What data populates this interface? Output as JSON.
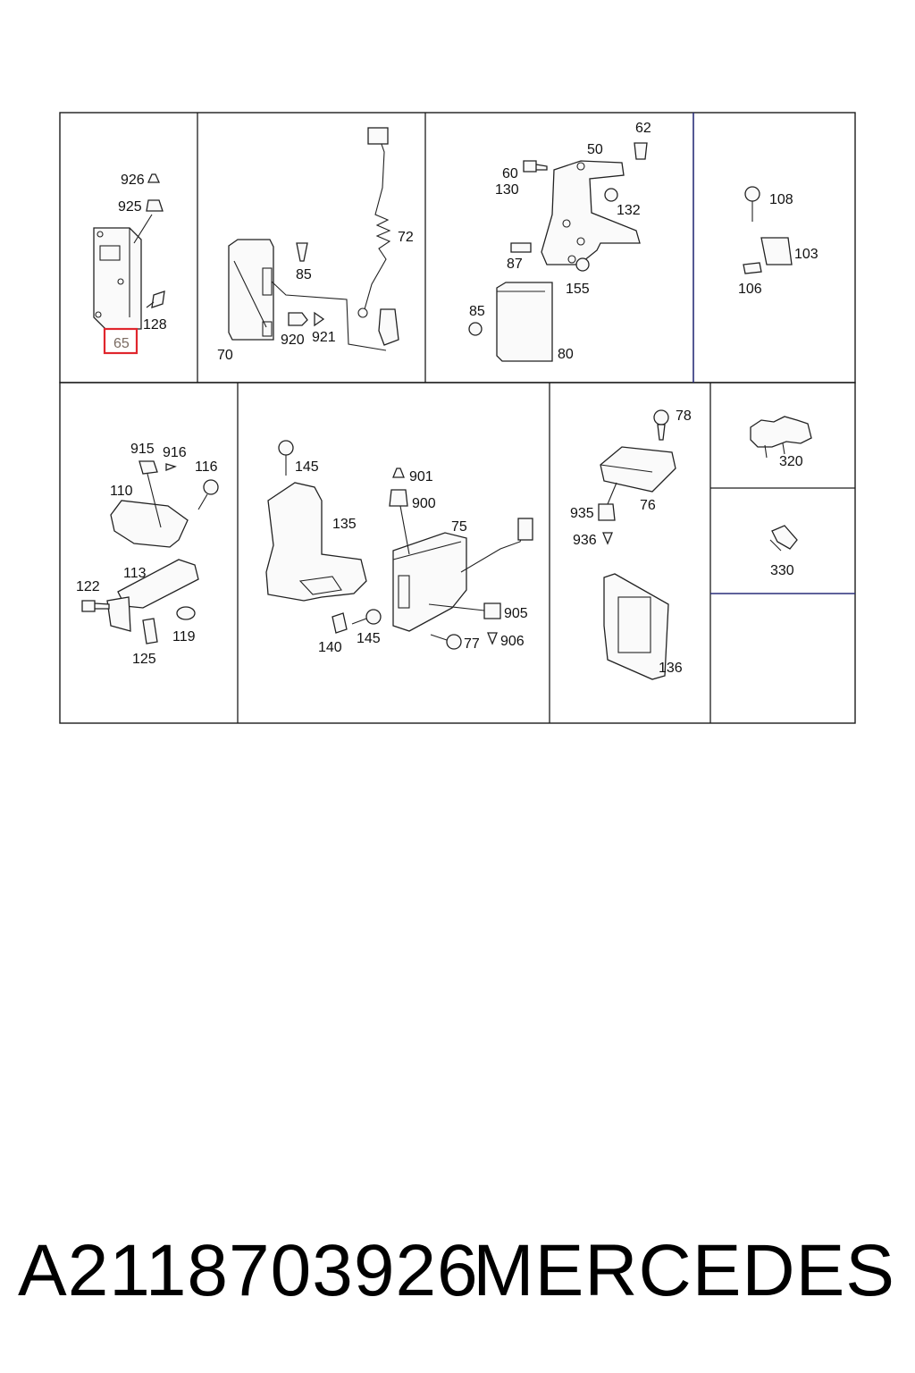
{
  "callouts": {
    "c926": "926",
    "c925": "925",
    "c128": "128",
    "c65": "65",
    "c72": "72",
    "c85a": "85",
    "c920": "920",
    "c921": "921",
    "c70": "70",
    "c62": "62",
    "c50": "50",
    "c60": "60",
    "c130": "130",
    "c132": "132",
    "c87": "87",
    "c155": "155",
    "c85b": "85",
    "c80": "80",
    "c108": "108",
    "c103": "103",
    "c106": "106",
    "c915": "915",
    "c916": "916",
    "c116": "116",
    "c110": "110",
    "c113": "113",
    "c122": "122",
    "c119": "119",
    "c125": "125",
    "c145a": "145",
    "c135": "135",
    "c901": "901",
    "c900": "900",
    "c75": "75",
    "c905": "905",
    "c906": "906",
    "c77": "77",
    "c140": "140",
    "c145b": "145",
    "c78": "78",
    "c76": "76",
    "c935": "935",
    "c936": "936",
    "c136": "136",
    "c320": "320",
    "c330": "330"
  },
  "highlight": {
    "label": "65",
    "color": "#e0262d"
  },
  "footer": {
    "part_number": "A2118703926",
    "brand": "MERCEDES"
  },
  "colors": {
    "frame": "#1d1d1d",
    "blue_divider": "#2a2f7a"
  }
}
